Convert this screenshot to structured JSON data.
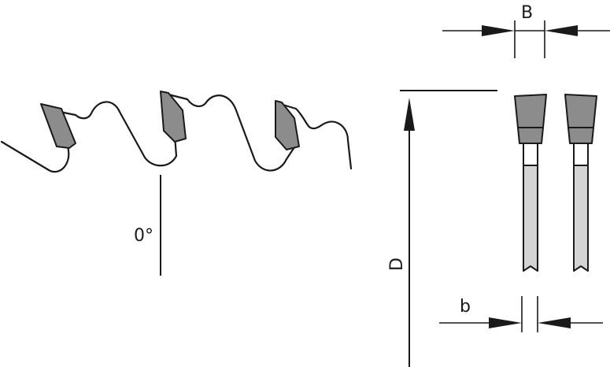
{
  "diagram": {
    "labels": {
      "angle": "0°",
      "kerf_width": "B",
      "body_thickness": "b",
      "diameter": "D"
    },
    "colors": {
      "line": "#1a1a1a",
      "carbide_tip": "#8c8c8c",
      "blade_body": "#d4d4d4",
      "background": "#ffffff"
    }
  }
}
